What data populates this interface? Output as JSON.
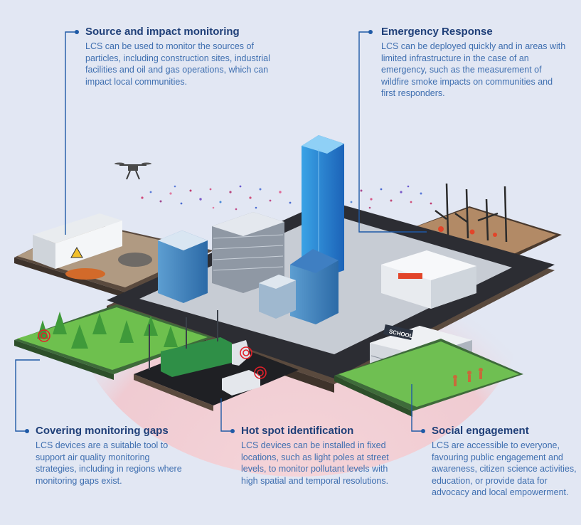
{
  "callouts": {
    "source": {
      "title": "Source and impact monitoring",
      "body": "LCS can be used to monitor the sources of particles, including construction sites, industrial facilities and oil and gas operations, which can impact local communities."
    },
    "emergency": {
      "title": "Emergency Response",
      "body": "LCS can be deployed quickly and in areas with limited infrastructure in the case of an emergency, such as the measurement of wildfire smoke impacts on communities and first responders."
    },
    "gaps": {
      "title": "Covering monitoring gaps",
      "body": "LCS devices are a suitable tool to support air quality monitoring strategies, including in regions where monitoring gaps exist."
    },
    "hotspot": {
      "title": "Hot spot identification",
      "body": "LCS devices can be installed in fixed locations, such as light poles at street levels, to monitor pollutant levels with high spatial and temporal resolutions."
    },
    "social": {
      "title": "Social engagement",
      "body": "LCS are accessible to everyone, favouring public engagement and awareness, citizen science activities, education, or provide data for advocacy and local empowerment."
    }
  },
  "illustration": {
    "school_sign": "SCHOOL"
  },
  "colors": {
    "title": "#1f3f78",
    "body": "#3f6fb0",
    "leader": "#1f5aa6",
    "background": "#e2e7f3",
    "dome": "#f3c9cf"
  }
}
